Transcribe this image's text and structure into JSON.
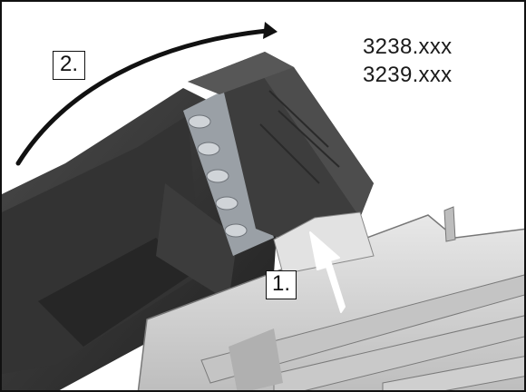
{
  "part_codes": [
    "3238.xxx",
    "3239.xxx"
  ],
  "steps": {
    "step1": "1.",
    "step2": "2."
  },
  "colors": {
    "housing_dark": "#2b2b2b",
    "connector": "#444444",
    "grille": "#d6d6d6",
    "contacts": "#b8bcc2",
    "arrow_push": "#ffffff",
    "arrow_rotate": "#111111"
  }
}
